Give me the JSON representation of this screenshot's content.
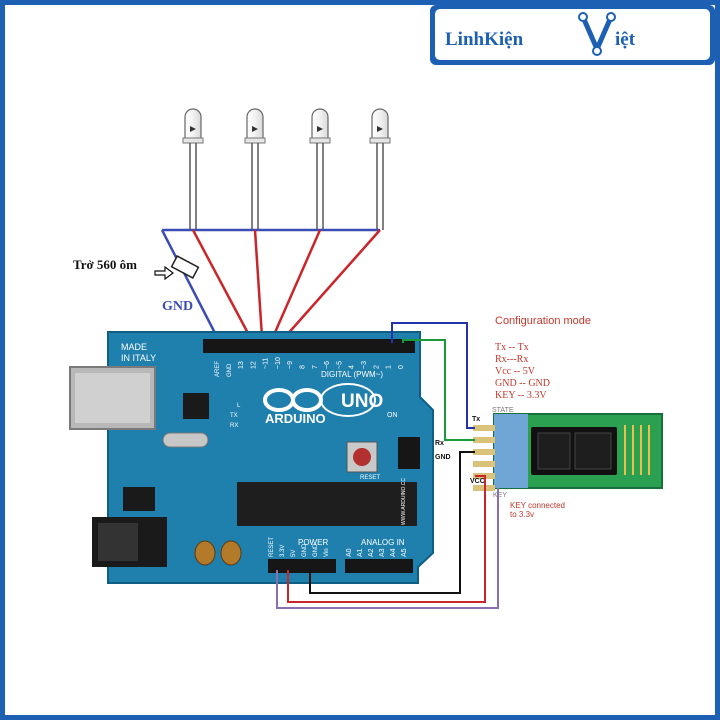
{
  "logo": {
    "left": "LinhKiện",
    "right": "iệt"
  },
  "resistor_label": "Trở 560 ôm",
  "gnd_label": "GND",
  "config": {
    "title": "Configuration mode",
    "lines": [
      "Tx -- Tx",
      "Rx---Rx",
      "Vcc -- 5V",
      "GND -- GND",
      "KEY -- 3.3V"
    ]
  },
  "module": {
    "state": "STATE",
    "tx": "Tx",
    "rx": "Rx",
    "gnd": "GND",
    "vcc": "VCC",
    "key": "KEY",
    "note": "KEY connected\nto 3.3v"
  },
  "board": {
    "made_in": "MADE\nIN ITALY",
    "brand": "ARDUINO",
    "model": "UNO",
    "digital": "DIGITAL (PWM~)",
    "analog": "ANALOG IN",
    "power": "POWER",
    "reset": "RESET",
    "on": "ON",
    "aref": "AREF",
    "gnd": "GND",
    "url": "WWW.ARDUINO.CC",
    "pins_top": [
      "13",
      "12",
      "~11",
      "~10",
      "~9",
      "8",
      "7",
      "~6",
      "~5",
      "4",
      "~3",
      "2",
      "1",
      "0"
    ],
    "pins_power": [
      "RESET",
      "3.3V",
      "5V",
      "GND",
      "GND",
      "Vin"
    ],
    "pins_analog": [
      "A0",
      "A1",
      "A2",
      "A3",
      "A4",
      "A5"
    ],
    "tx_led": "TX",
    "rx_led": "RX",
    "l_led": "L"
  }
}
